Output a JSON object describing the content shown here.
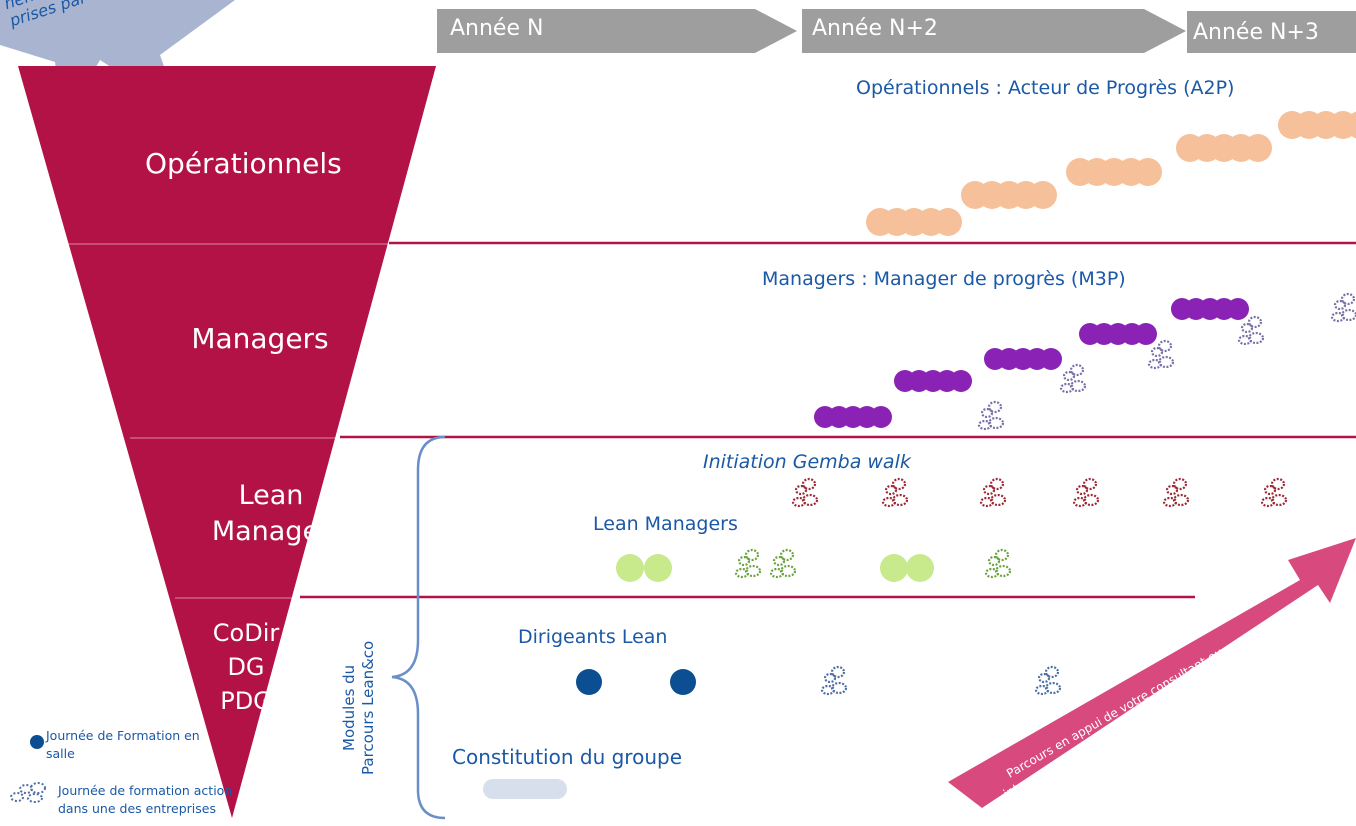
{
  "timeline": [
    "Année N",
    "Année N+2",
    "Année N+3"
  ],
  "corner_note": "nent\nprises par se",
  "levels": {
    "operationnels": "Opérationnels",
    "managers": "Managers",
    "lean_manager": "Lean\nManager",
    "codir": "CoDir\nDG\nPDG"
  },
  "tracks": {
    "operationnels": "Opérationnels : Acteur de Progrès (A2P)",
    "managers": "Managers : Manager de progrès (M3P)",
    "gemba": "Initiation Gemba walk",
    "lean_managers": "Lean Managers",
    "dirigeants": "Dirigeants Lean",
    "constitution": "Constitution du groupe"
  },
  "modules_label": "Modules du\nParcours Lean&co",
  "banner": "Parcours en appui de votre consultant ou\nintervention possible d'un de nos consultants",
  "legend": {
    "classroom": "Journée de Formation en\nsalle",
    "field": "Journée de formation action\ndans une des entreprises"
  },
  "colors": {
    "crimson": "#b31246",
    "blue": "#1b59a6",
    "peach": "#f5c09a",
    "purple": "#8a23b5",
    "green": "#c8ea8c",
    "navy": "#0b4e91",
    "arrow_gray": "#9e9e9e"
  }
}
